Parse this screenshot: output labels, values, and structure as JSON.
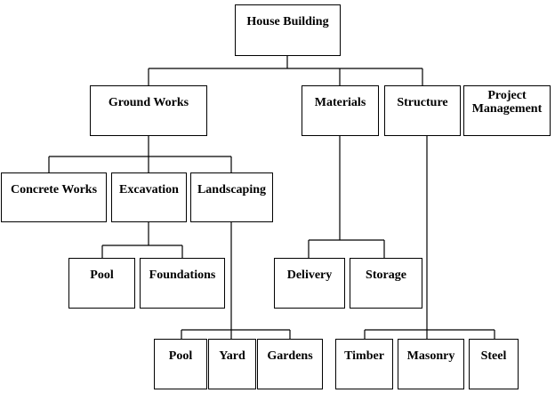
{
  "diagram": {
    "line_color": "#000000",
    "nodes": {
      "house_building": "House Building",
      "ground_works": "Ground Works",
      "materials": "Materials",
      "structure": "Structure",
      "project_management": "Project\nManagement",
      "concrete_works": "Concrete Works",
      "excavation": "Excavation",
      "landscaping": "Landscaping",
      "pool_excavation": "Pool",
      "foundations": "Foundations",
      "delivery": "Delivery",
      "storage": "Storage",
      "pool_landscaping": "Pool",
      "yard": "Yard",
      "gardens": "Gardens",
      "timber": "Timber",
      "masonry": "Masonry",
      "steel": "Steel"
    }
  }
}
